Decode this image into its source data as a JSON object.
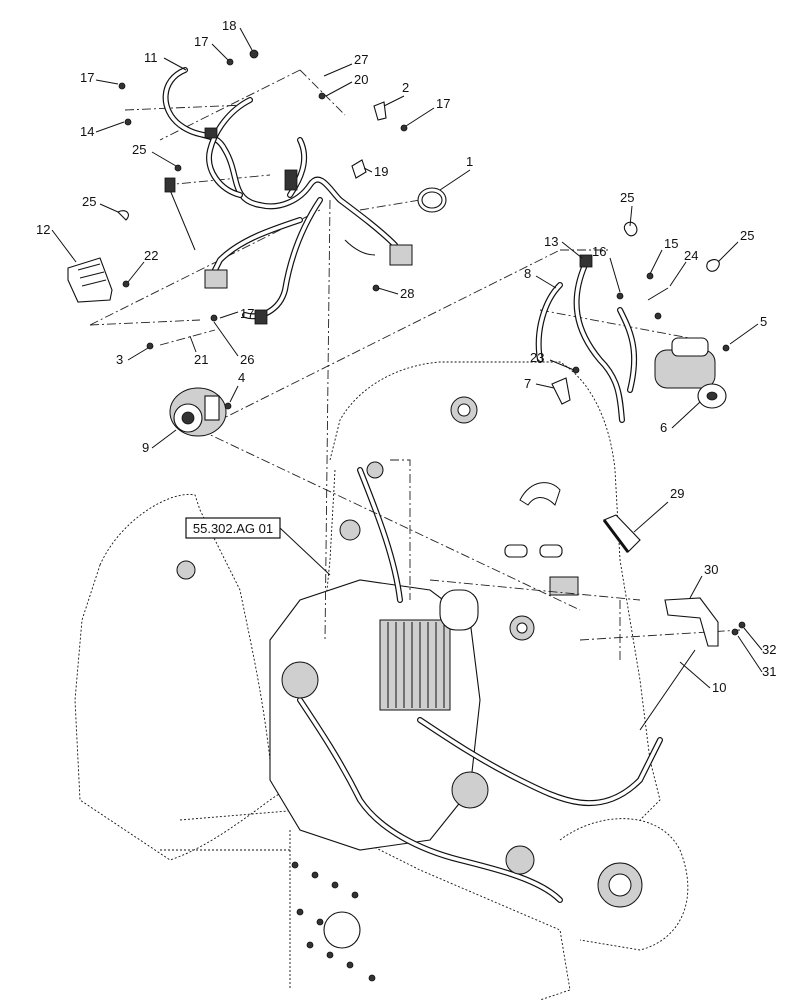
{
  "reference": {
    "label": "55.302.AG 01"
  },
  "callouts": [
    {
      "label": "1"
    },
    {
      "label": "2"
    },
    {
      "label": "3"
    },
    {
      "label": "4"
    },
    {
      "label": "5"
    },
    {
      "label": "6"
    },
    {
      "label": "7"
    },
    {
      "label": "8"
    },
    {
      "label": "9"
    },
    {
      "label": "10"
    },
    {
      "label": "11"
    },
    {
      "label": "12"
    },
    {
      "label": "13"
    },
    {
      "label": "14"
    },
    {
      "label": "15"
    },
    {
      "label": "16"
    },
    {
      "label": "17"
    },
    {
      "label": "17"
    },
    {
      "label": "17"
    },
    {
      "label": "17"
    },
    {
      "label": "18"
    },
    {
      "label": "19"
    },
    {
      "label": "20"
    },
    {
      "label": "21"
    },
    {
      "label": "22"
    },
    {
      "label": "23"
    },
    {
      "label": "24"
    },
    {
      "label": "25"
    },
    {
      "label": "25"
    },
    {
      "label": "25"
    },
    {
      "label": "25"
    },
    {
      "label": "26"
    },
    {
      "label": "27"
    },
    {
      "label": "28"
    },
    {
      "label": "29"
    },
    {
      "label": "30"
    },
    {
      "label": "31"
    },
    {
      "label": "32"
    }
  ]
}
